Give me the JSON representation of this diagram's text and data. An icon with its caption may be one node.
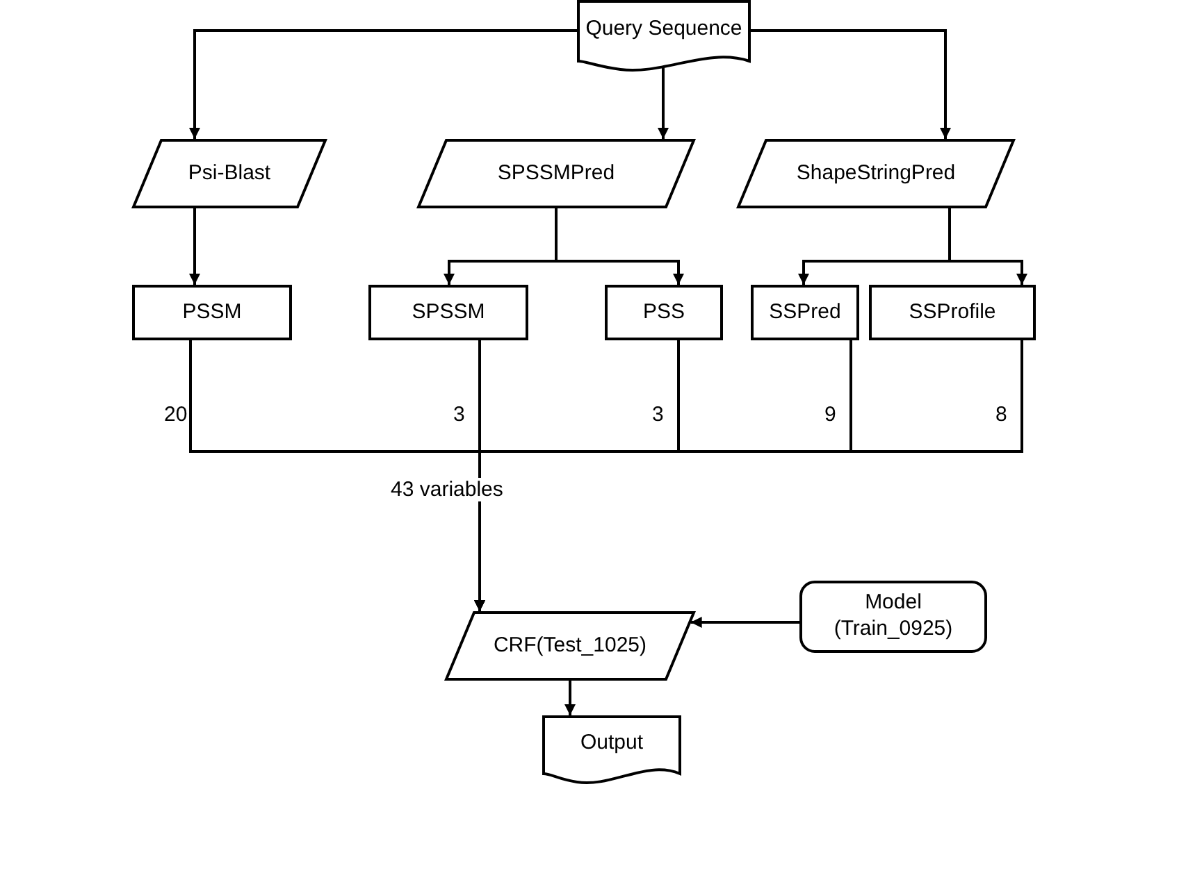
{
  "diagram": {
    "nodes": [
      {
        "text": [
          "Query Sequence"
        ]
      },
      {
        "text": [
          "Psi-Blast"
        ]
      },
      {
        "text": [
          "SPSSMPred"
        ]
      },
      {
        "text": [
          "ShapeStringPred"
        ]
      },
      {
        "text": [
          "PSSM"
        ]
      },
      {
        "text": [
          "SPSSM"
        ]
      },
      {
        "text": [
          "PSS"
        ]
      },
      {
        "text": [
          "SSPred"
        ]
      },
      {
        "text": [
          "SSProfile"
        ]
      },
      {
        "text": [
          "CRF(Test_1025)"
        ]
      },
      {
        "text": [
          "Model (Train_0925)"
        ]
      },
      {
        "text": [
          "Output"
        ]
      }
    ],
    "edges": [
      {
        "from": 0,
        "to": 1,
        "arrow": "to"
      },
      {
        "from": 0,
        "to": 2,
        "arrow": "to"
      },
      {
        "from": 0,
        "to": 3,
        "arrow": "to"
      },
      {
        "from": 1,
        "to": 4,
        "arrow": "to"
      },
      {
        "from": 2,
        "to": 5,
        "arrow": "to"
      },
      {
        "from": 2,
        "to": 6,
        "arrow": "to"
      },
      {
        "from": 3,
        "to": 7,
        "arrow": "to"
      },
      {
        "from": 3,
        "to": 8,
        "arrow": "to"
      },
      {
        "from": 4,
        "to": 9,
        "arrow": "to",
        "label": "20"
      },
      {
        "from": 5,
        "to": 9,
        "arrow": "to",
        "label": "3"
      },
      {
        "from": 6,
        "to": 9,
        "arrow": "to",
        "label": "3"
      },
      {
        "from": 7,
        "to": 9,
        "arrow": "to",
        "label": "9"
      },
      {
        "from": 8,
        "to": 9,
        "arrow": "to",
        "label": "8"
      },
      {
        "from": 10,
        "to": 9,
        "arrow": "to"
      },
      {
        "from": 9,
        "to": 11,
        "arrow": "to"
      }
    ],
    "labels": [
      "43 variables"
    ]
  }
}
